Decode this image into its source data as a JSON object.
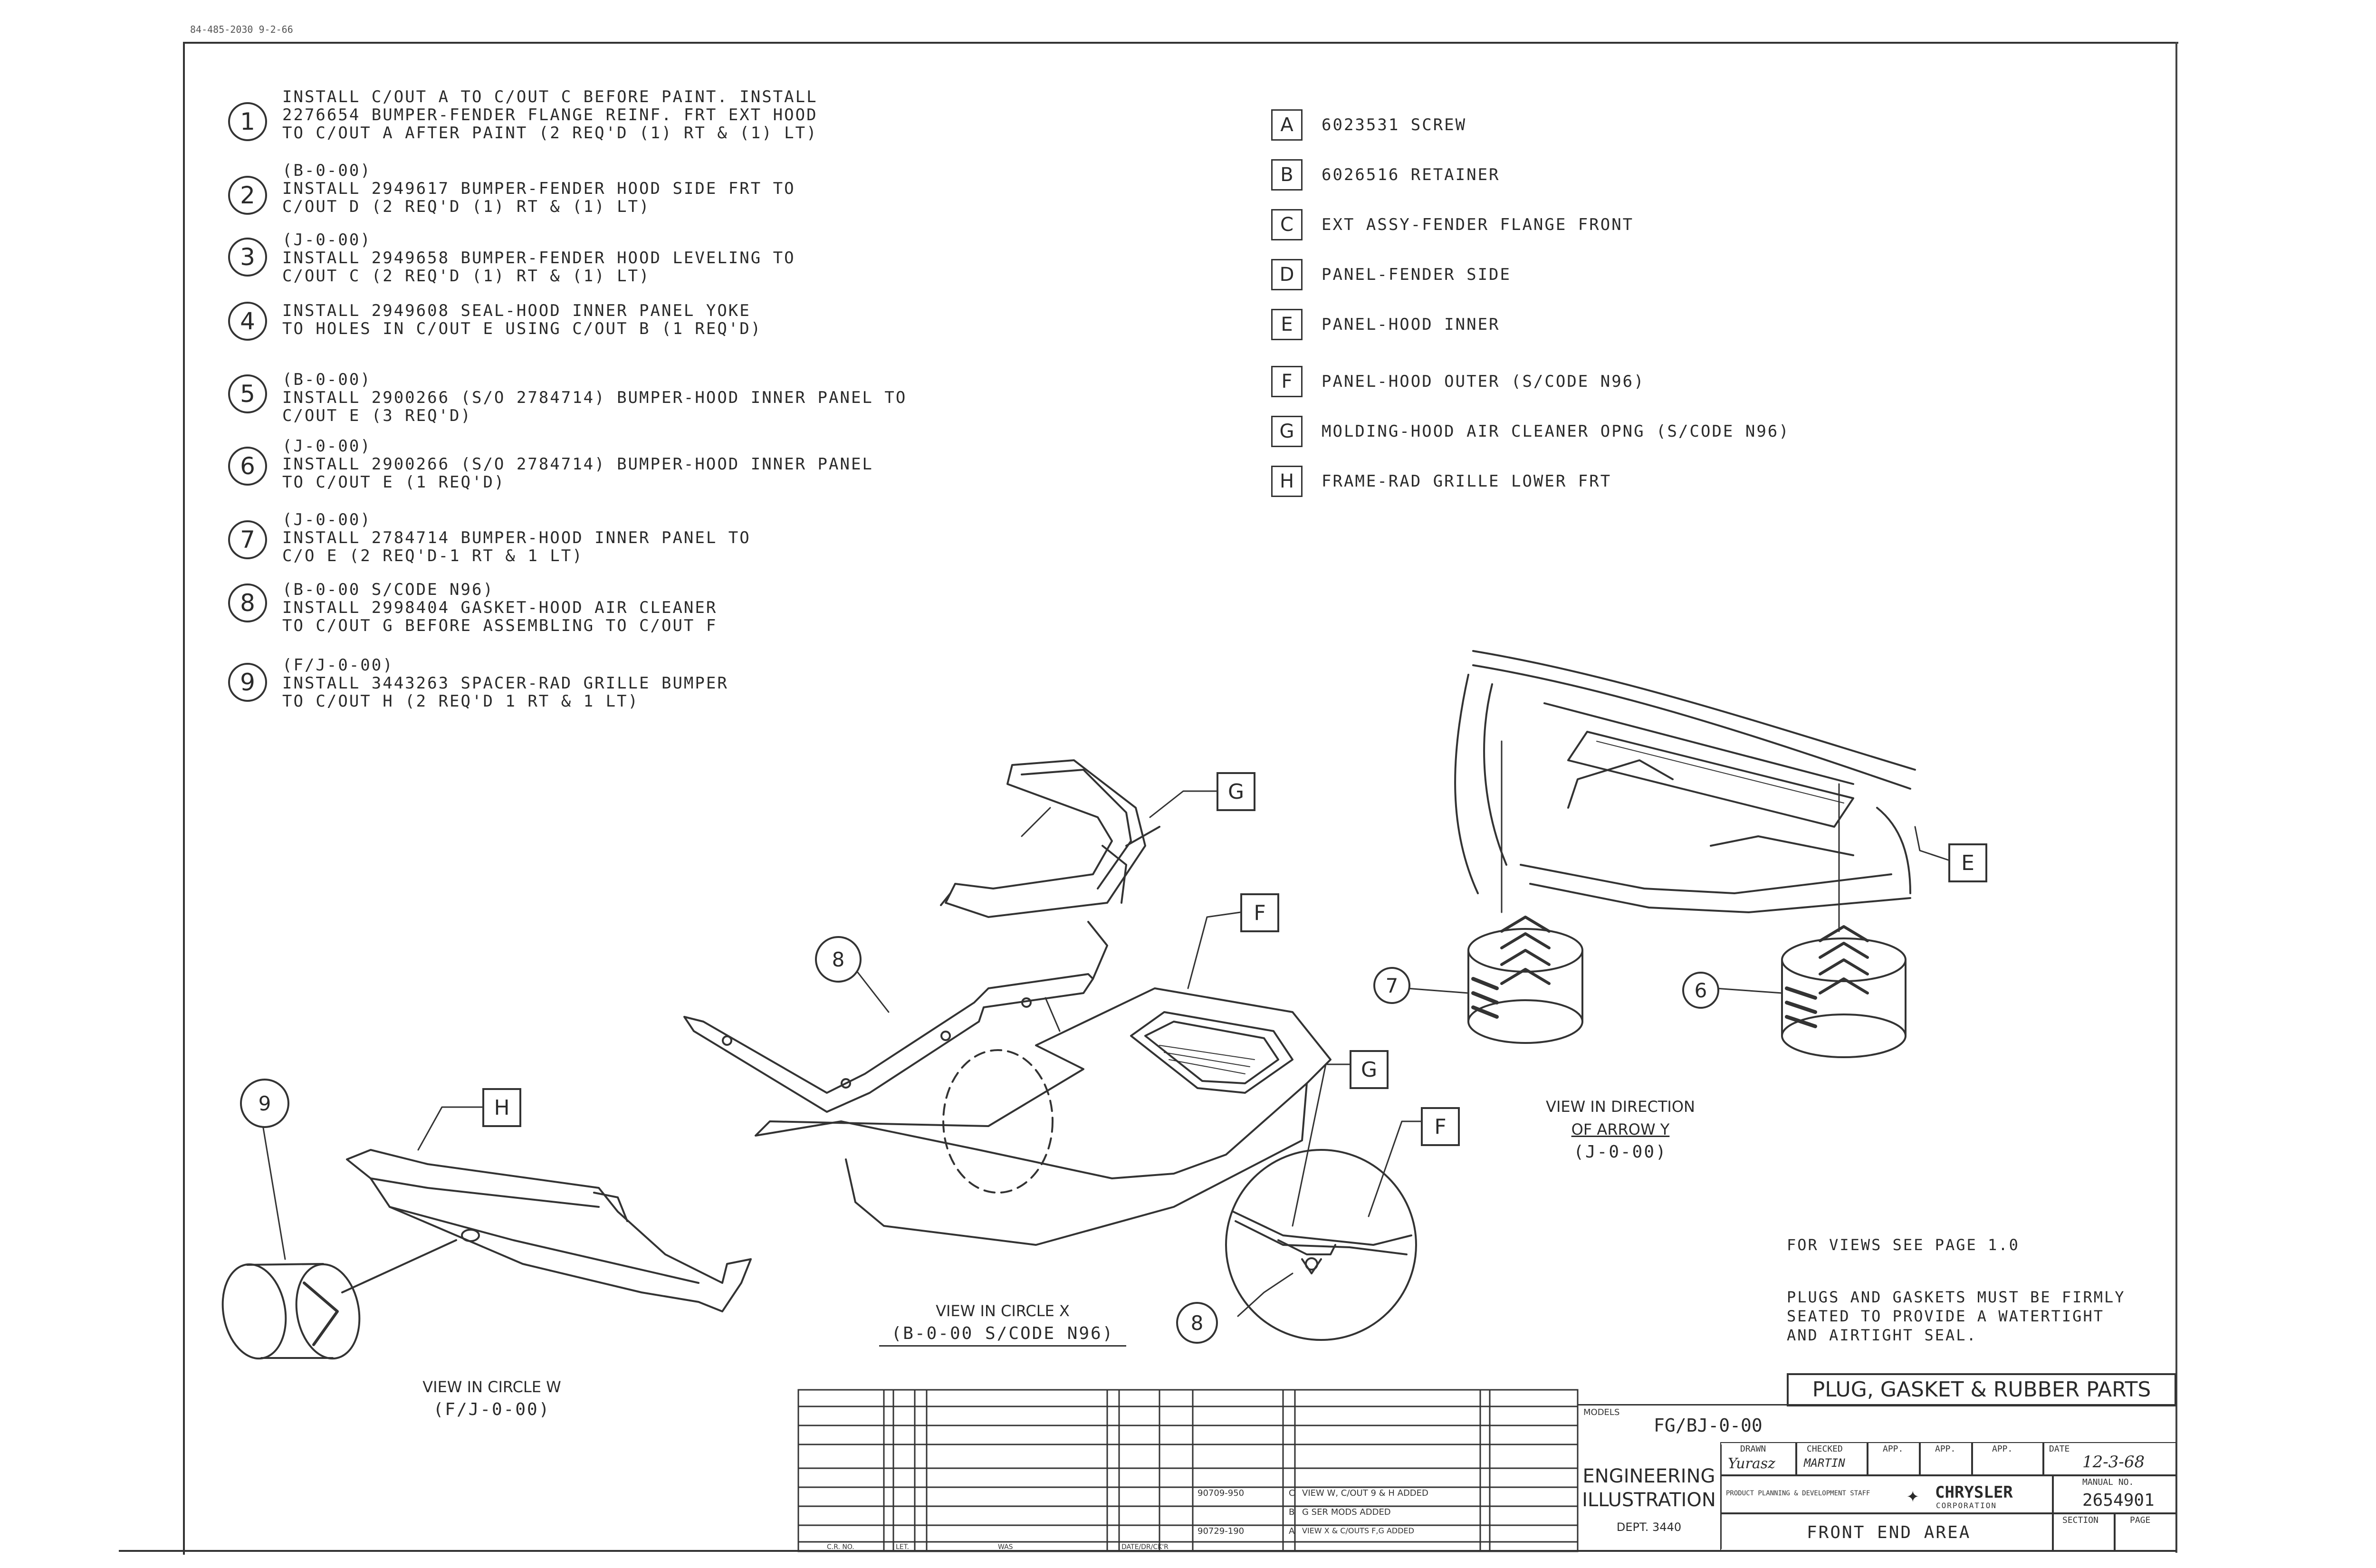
{
  "doc_code": "84-485-2030 9-2-66",
  "notes": [
    {
      "num": "1",
      "lines": [
        "INSTALL C/OUT A TO C/OUT C BEFORE PAINT. INSTALL",
        "2276654 BUMPER-FENDER FLANGE REINF. FRT EXT HOOD",
        "TO C/OUT A AFTER PAINT (2 REQ'D (1) RT & (1) LT)"
      ]
    },
    {
      "num": "2",
      "lines": [
        "(B-0-00)",
        "INSTALL 2949617 BUMPER-FENDER HOOD SIDE FRT TO",
        "C/OUT D (2 REQ'D (1) RT & (1) LT)"
      ]
    },
    {
      "num": "3",
      "lines": [
        "(J-0-00)",
        "INSTALL 2949658 BUMPER-FENDER HOOD LEVELING TO",
        "C/OUT C (2 REQ'D (1) RT & (1) LT)"
      ]
    },
    {
      "num": "4",
      "lines": [
        "INSTALL 2949608 SEAL-HOOD INNER PANEL YOKE",
        "TO HOLES IN C/OUT E USING C/OUT B (1 REQ'D)"
      ]
    },
    {
      "num": "5",
      "lines": [
        "(B-0-00)",
        "INSTALL 2900266 (S/O 2784714) BUMPER-HOOD INNER PANEL TO",
        "C/OUT E (3 REQ'D)"
      ]
    },
    {
      "num": "6",
      "lines": [
        "(J-0-00)",
        "INSTALL 2900266 (S/O 2784714) BUMPER-HOOD INNER PANEL",
        "TO C/OUT E (1 REQ'D)"
      ]
    },
    {
      "num": "7",
      "lines": [
        "(J-0-00)",
        "INSTALL 2784714 BUMPER-HOOD INNER PANEL TO",
        "C/O E (2 REQ'D-1 RT & 1 LT)"
      ]
    },
    {
      "num": "8",
      "lines": [
        "(B-0-00 S/CODE N96)",
        "INSTALL 2998404 GASKET-HOOD AIR CLEANER",
        "TO C/OUT G BEFORE ASSEMBLING TO C/OUT F"
      ]
    },
    {
      "num": "9",
      "lines": [
        "(F/J-0-00)",
        "INSTALL 3443263 SPACER-RAD GRILLE BUMPER",
        "TO C/OUT H (2 REQ'D 1 RT & 1 LT)"
      ]
    }
  ],
  "legend": [
    {
      "key": "A",
      "text": "6023531 SCREW"
    },
    {
      "key": "B",
      "text": "6026516 RETAINER"
    },
    {
      "key": "C",
      "text": "EXT ASSY-FENDER FLANGE FRONT"
    },
    {
      "key": "D",
      "text": "PANEL-FENDER SIDE"
    },
    {
      "key": "E",
      "text": "PANEL-HOOD INNER"
    },
    {
      "key": "F",
      "text": "PANEL-HOOD OUTER (S/CODE N96)"
    },
    {
      "key": "G",
      "text": "MOLDING-HOOD AIR CLEANER OPNG (S/CODE N96)"
    },
    {
      "key": "H",
      "text": "FRAME-RAD GRILLE LOWER FRT"
    }
  ],
  "callouts": {
    "g_upper": "G",
    "f_upper": "F",
    "e_right": "E",
    "h_left": "H",
    "g_circle": "G",
    "f_circle": "F",
    "n8_upper": "8",
    "n8_lower": "8",
    "n9": "9",
    "n7": "7",
    "n6": "6"
  },
  "views": {
    "arrow_y_title1": "VIEW IN DIRECTION",
    "arrow_y_title2": "OF ARROW Y",
    "arrow_y_sub": "(J-0-00)",
    "circle_x_title": "VIEW IN CIRCLE  X",
    "circle_x_sub": "(B-0-00 S/CODE N96)",
    "circle_w_title": "VIEW IN CIRCLE  W",
    "circle_w_sub": "(F/J-0-00)"
  },
  "see_page": "FOR VIEWS SEE PAGE 1.0",
  "seal_note": [
    "PLUGS AND GASKETS MUST BE FIRMLY",
    "SEATED TO PROVIDE A WATERTIGHT",
    "AND AIRTIGHT SEAL."
  ],
  "title_block": {
    "title": "PLUG, GASKET & RUBBER PARTS",
    "models_label": "MODELS",
    "models_value": "FG/BJ-0-00",
    "eng1": "ENGINEERING",
    "eng2": "ILLUSTRATION",
    "dept": "DEPT. 3440",
    "drawn_label": "DRAWN",
    "drawn_value": "Yurasz",
    "checked_label": "CHECKED",
    "checked_value": "MARTIN",
    "app_label": "APP.",
    "date_label": "DATE",
    "date_value": "12-3-68",
    "staff": "PRODUCT PLANNING & DEVELOPMENT STAFF",
    "company": "CHRYSLER",
    "company_sub": "CORPORATION",
    "manual_label": "MANUAL NO.",
    "manual_value": "2654901",
    "area": "FRONT END AREA",
    "section_label": "SECTION",
    "page_label": "PAGE"
  },
  "revisions": [
    {
      "cr": "90709-950",
      "let": "C",
      "was": "VIEW W, C/OUT 9 & H ADDED"
    },
    {
      "cr": "",
      "let": "B",
      "was": "G SER MODS ADDED"
    },
    {
      "cr": "90729-190",
      "let": "A",
      "was": "VIEW X & C/OUTS F,G ADDED"
    }
  ],
  "revision_header": {
    "cr": "C.R. NO.",
    "let": "LET.",
    "was": "WAS",
    "date": "DATE/DR/CK'R"
  }
}
